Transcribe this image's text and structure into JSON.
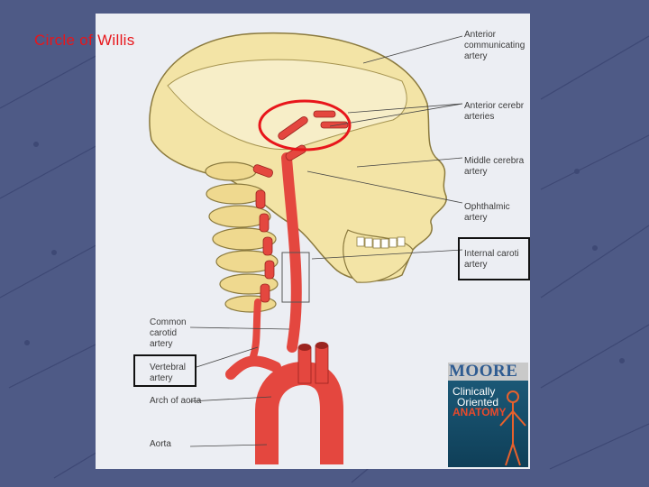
{
  "title": "Circle of Willis",
  "labels": {
    "anterior_communicating": [
      "Anterior",
      "communicating",
      "artery"
    ],
    "anterior_cerebral": [
      "Anterior cerebr",
      "arteries"
    ],
    "middle_cerebral": [
      "Middle cerebra",
      "artery"
    ],
    "ophthalmic": [
      "Ophthalmic",
      "artery"
    ],
    "internal_carotid": [
      "Internal caroti",
      "artery"
    ],
    "common_carotid": [
      "Common",
      "carotid",
      "artery"
    ],
    "vertebral": [
      "Vertebral",
      "artery"
    ],
    "arch_of_aorta": "Arch of aorta",
    "aorta": "Aorta"
  },
  "book": {
    "brand": "MOORE",
    "line1": "Clinically",
    "line2": "Oriented",
    "line3": "ANATOMY"
  },
  "colors": {
    "background": "#4e5a86",
    "bone": "#f3e4a6",
    "artery": "#e4473f",
    "highlight_circle": "#e8161b",
    "highlight_box": "#111111"
  }
}
